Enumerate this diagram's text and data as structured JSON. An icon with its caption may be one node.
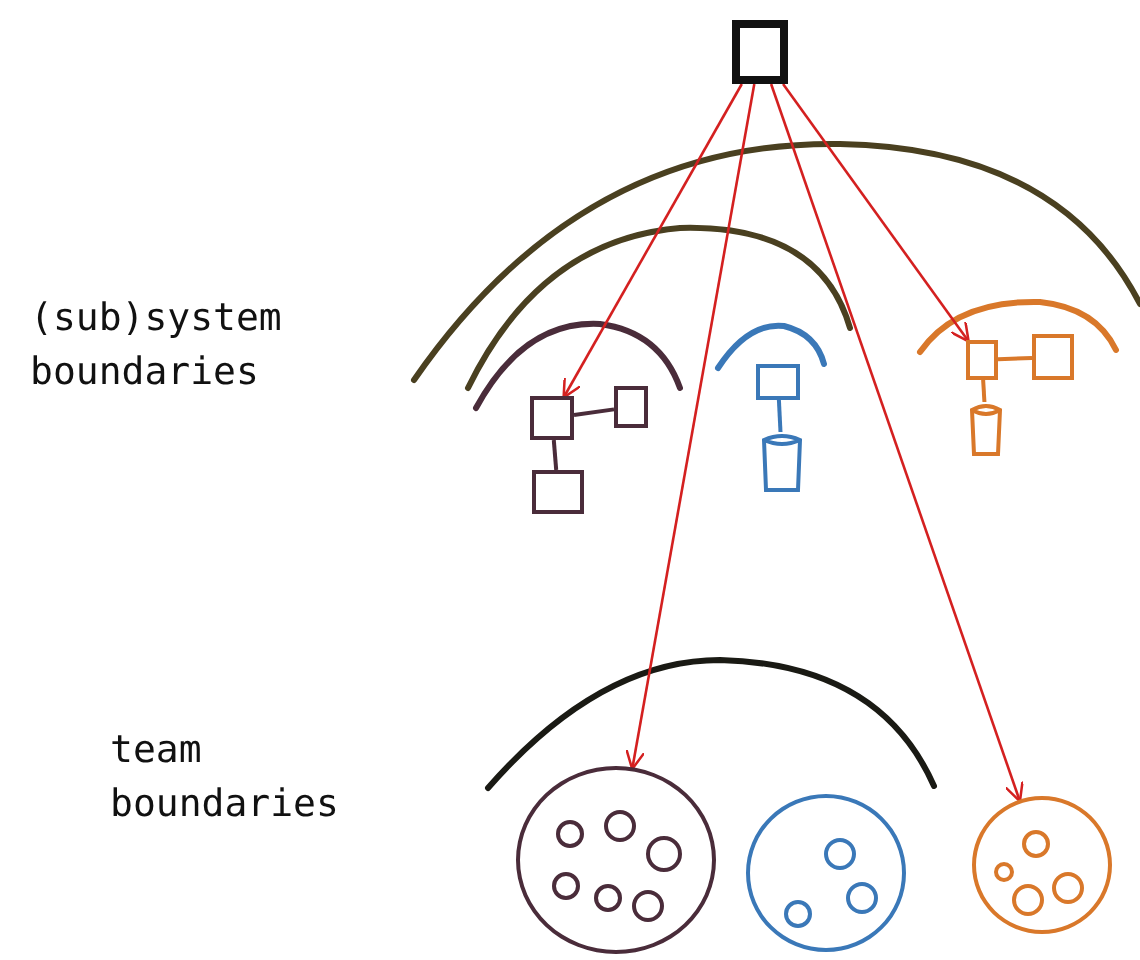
{
  "diagram": {
    "nodes": [
      {
        "text": [],
        "shape": "box"
      },
      {
        "text": [],
        "shape": "box"
      },
      {
        "text": [],
        "shape": "box"
      },
      {
        "text": [],
        "shape": "box"
      },
      {
        "text": [],
        "shape": "box"
      },
      {
        "text": [],
        "shape": "box"
      },
      {
        "text": [],
        "shape": "box"
      },
      {
        "text": [],
        "shape": "cylinder"
      },
      {
        "text": [],
        "shape": "cylinder"
      },
      {
        "text": [],
        "shape": "circle"
      },
      {
        "text": [],
        "shape": "circle"
      },
      {
        "text": [],
        "shape": "circle"
      }
    ],
    "edges": [
      {
        "from": 0,
        "to": 1,
        "arrow": "to"
      },
      {
        "from": 0,
        "to": 4,
        "arrow": "to"
      },
      {
        "from": 0,
        "to": 9,
        "arrow": "to"
      },
      {
        "from": 0,
        "to": 11,
        "arrow": "to"
      },
      {
        "from": 1,
        "to": 2,
        "arrow": "none",
        "color": "#4a2c3a"
      },
      {
        "from": 1,
        "to": 6,
        "arrow": "none",
        "color": "#4a2c3a"
      },
      {
        "from": 3,
        "to": 7,
        "arrow": "none",
        "color": "#3a78b8"
      },
      {
        "from": 4,
        "to": 5,
        "arrow": "none",
        "color": "#d9782a"
      },
      {
        "from": 4,
        "to": 8,
        "arrow": "none",
        "color": "#d9782a"
      }
    ],
    "labels": [
      "(sub)system boundaries",
      "team boundaries"
    ]
  }
}
